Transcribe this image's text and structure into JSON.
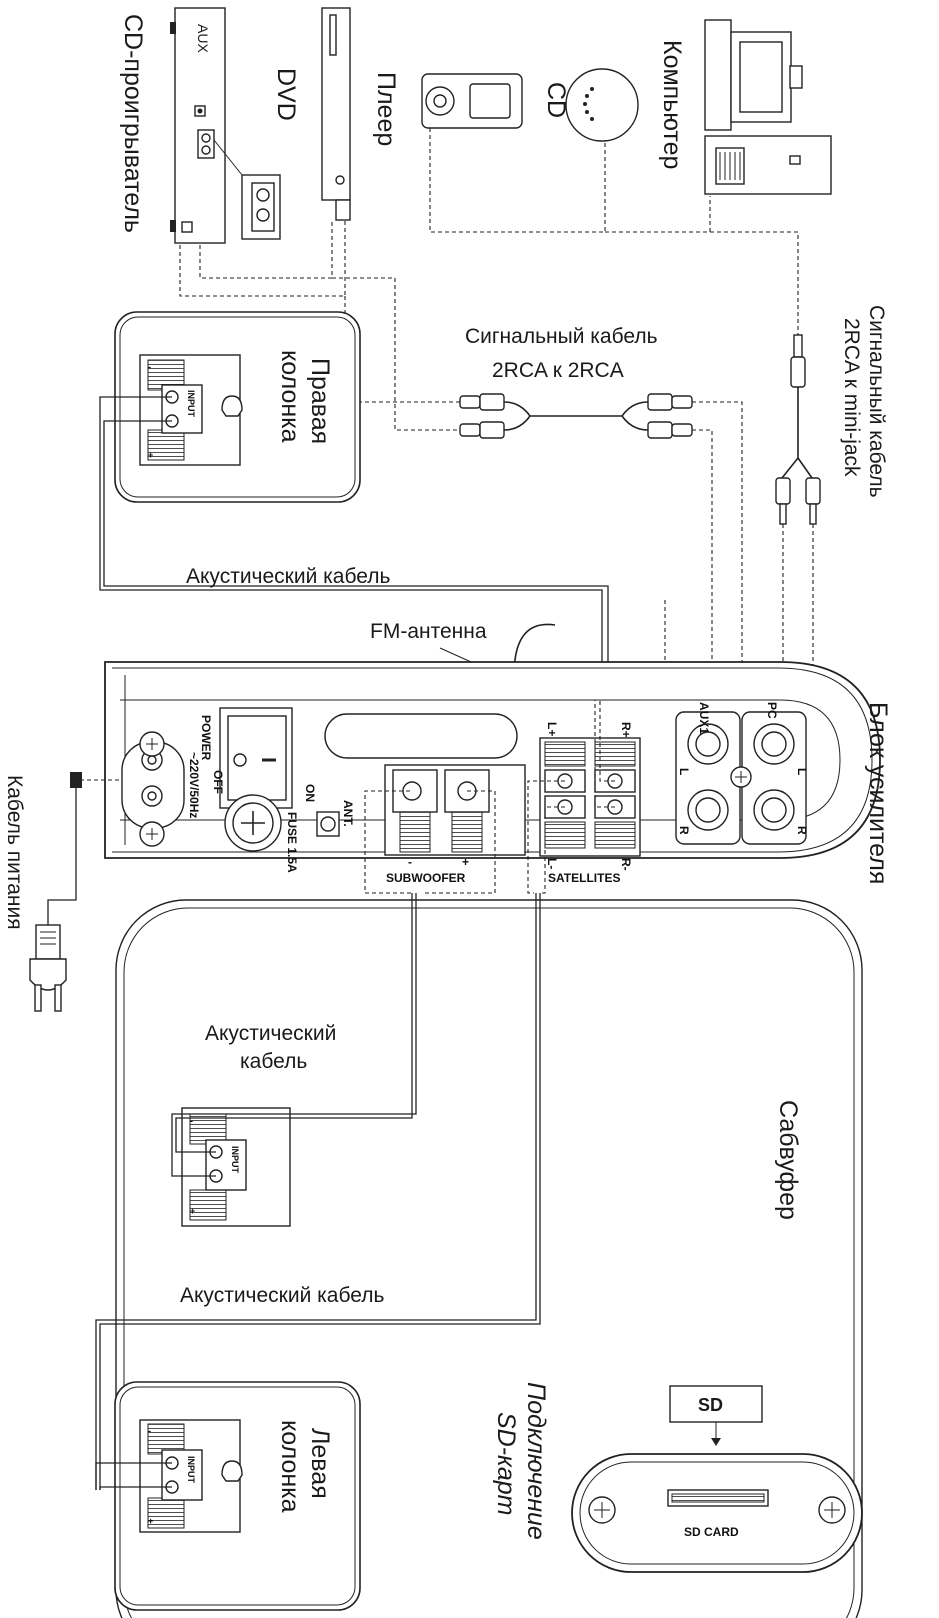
{
  "labels": {
    "cd_player": "CD-проигрыватель",
    "dvd": "DVD",
    "aux": "AUX",
    "pleer": "Плеер",
    "cd": "CD",
    "computer": "Компьютер",
    "signal_cable_mini_line1": "Сигнальный кабель",
    "signal_cable_mini_line2": "2RCA к mini-jack",
    "signal_cable_rca_line1": "Сигнальный кабель",
    "signal_cable_rca_line2": "2RCA к 2RCA",
    "right_speaker_line1": "Правая",
    "right_speaker_line2": "колонка",
    "acoustic_cable_top": "Акустический кабель",
    "fm_antenna": "FM-антенна",
    "amp_unit": "Блок усилителя",
    "power_cable": "Кабель питания",
    "acoustic_cable_mid_line1": "Акустический",
    "acoustic_cable_mid_line2": "кабель",
    "subwoofer": "Сабвуфер",
    "acoustic_cable_bottom": "Акустический кабель",
    "left_speaker_line1": "Левая",
    "left_speaker_line2": "колонка",
    "sd_connect_line1": "Подключение",
    "sd_connect_line2": "SD-карт",
    "sd": "SD",
    "sd_card": "SD CARD"
  },
  "panel": {
    "power": "POWER",
    "on": "ON",
    "off": "OFF",
    "voltage": "~220V/50Hz",
    "fuse": "FUSE 1.5A",
    "ant": "ANT.",
    "subwoofer": "SUBWOOFER",
    "satellites": "SATELLITES",
    "minus": "-",
    "plus": "+",
    "l_plus": "L+",
    "r_plus": "R+",
    "l_minus": "L-",
    "r_minus": "R-",
    "aux1": "AUX1",
    "pc": "PC",
    "l": "L",
    "r": "R"
  },
  "speaker_terminal": {
    "input": "INPUT",
    "minus": "-",
    "plus": "+"
  }
}
